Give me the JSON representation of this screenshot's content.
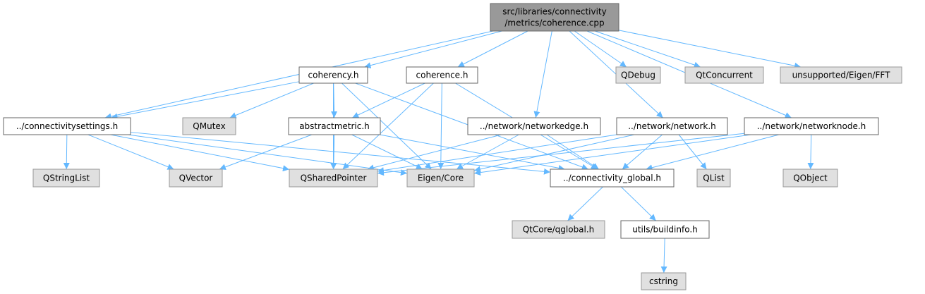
{
  "colors": {
    "edge": "#63b8ff",
    "root_fill": "#999999",
    "root_border": "#666666",
    "local_fill": "#ffffff",
    "local_border": "#666666",
    "external_fill": "#e0e0e0",
    "external_border": "#999999"
  },
  "nodes": [
    {
      "id": "root",
      "lines": [
        "src/libraries/connectivity",
        "/metrics/coherence.cpp"
      ],
      "kind": "root"
    },
    {
      "id": "coherency",
      "lines": [
        "coherency.h"
      ],
      "kind": "local"
    },
    {
      "id": "coherence",
      "lines": [
        "coherence.h"
      ],
      "kind": "local"
    },
    {
      "id": "qdebug",
      "lines": [
        "QDebug"
      ],
      "kind": "external"
    },
    {
      "id": "qtconcurrent",
      "lines": [
        "QtConcurrent"
      ],
      "kind": "external"
    },
    {
      "id": "fft",
      "lines": [
        "unsupported/Eigen/FFT"
      ],
      "kind": "external"
    },
    {
      "id": "settings",
      "lines": [
        "../connectivitysettings.h"
      ],
      "kind": "local"
    },
    {
      "id": "qmutex",
      "lines": [
        "QMutex"
      ],
      "kind": "external"
    },
    {
      "id": "abstractmetric",
      "lines": [
        "abstractmetric.h"
      ],
      "kind": "local"
    },
    {
      "id": "networkedge",
      "lines": [
        "../network/networkedge.h"
      ],
      "kind": "local"
    },
    {
      "id": "network",
      "lines": [
        "../network/network.h"
      ],
      "kind": "local"
    },
    {
      "id": "networknode",
      "lines": [
        "../network/networknode.h"
      ],
      "kind": "local"
    },
    {
      "id": "qstringlist",
      "lines": [
        "QStringList"
      ],
      "kind": "external"
    },
    {
      "id": "qvector",
      "lines": [
        "QVector"
      ],
      "kind": "external"
    },
    {
      "id": "qsharedpointer",
      "lines": [
        "QSharedPointer"
      ],
      "kind": "external"
    },
    {
      "id": "eigencore",
      "lines": [
        "Eigen/Core"
      ],
      "kind": "external"
    },
    {
      "id": "global",
      "lines": [
        "../connectivity_global.h"
      ],
      "kind": "local"
    },
    {
      "id": "qlist",
      "lines": [
        "QList"
      ],
      "kind": "external"
    },
    {
      "id": "qobject",
      "lines": [
        "QObject"
      ],
      "kind": "external"
    },
    {
      "id": "qglobal",
      "lines": [
        "QtCore/qglobal.h"
      ],
      "kind": "external"
    },
    {
      "id": "buildinfo",
      "lines": [
        "utils/buildinfo.h"
      ],
      "kind": "local"
    },
    {
      "id": "cstring",
      "lines": [
        "cstring"
      ],
      "kind": "external"
    }
  ],
  "edges": [
    [
      "root",
      "coherency"
    ],
    [
      "root",
      "coherence"
    ],
    [
      "root",
      "settings"
    ],
    [
      "root",
      "networkedge"
    ],
    [
      "root",
      "network"
    ],
    [
      "root",
      "networknode"
    ],
    [
      "root",
      "qdebug"
    ],
    [
      "root",
      "qtconcurrent"
    ],
    [
      "root",
      "fft"
    ],
    [
      "coherency",
      "settings"
    ],
    [
      "coherency",
      "qmutex"
    ],
    [
      "coherency",
      "abstractmetric"
    ],
    [
      "coherency",
      "qsharedpointer"
    ],
    [
      "coherency",
      "eigencore"
    ],
    [
      "coherency",
      "global"
    ],
    [
      "coherence",
      "abstractmetric"
    ],
    [
      "coherence",
      "qsharedpointer"
    ],
    [
      "coherence",
      "eigencore"
    ],
    [
      "coherence",
      "global"
    ],
    [
      "settings",
      "qstringlist"
    ],
    [
      "settings",
      "qvector"
    ],
    [
      "settings",
      "qsharedpointer"
    ],
    [
      "settings",
      "eigencore"
    ],
    [
      "settings",
      "global"
    ],
    [
      "abstractmetric",
      "qvector"
    ],
    [
      "abstractmetric",
      "qsharedpointer"
    ],
    [
      "abstractmetric",
      "eigencore"
    ],
    [
      "abstractmetric",
      "global"
    ],
    [
      "networkedge",
      "qsharedpointer"
    ],
    [
      "networkedge",
      "eigencore"
    ],
    [
      "networkedge",
      "global"
    ],
    [
      "network",
      "qsharedpointer"
    ],
    [
      "network",
      "eigencore"
    ],
    [
      "network",
      "global"
    ],
    [
      "network",
      "qlist"
    ],
    [
      "networknode",
      "qsharedpointer"
    ],
    [
      "networknode",
      "eigencore"
    ],
    [
      "networknode",
      "global"
    ],
    [
      "networknode",
      "qobject"
    ],
    [
      "global",
      "qglobal"
    ],
    [
      "global",
      "buildinfo"
    ],
    [
      "buildinfo",
      "cstring"
    ]
  ]
}
